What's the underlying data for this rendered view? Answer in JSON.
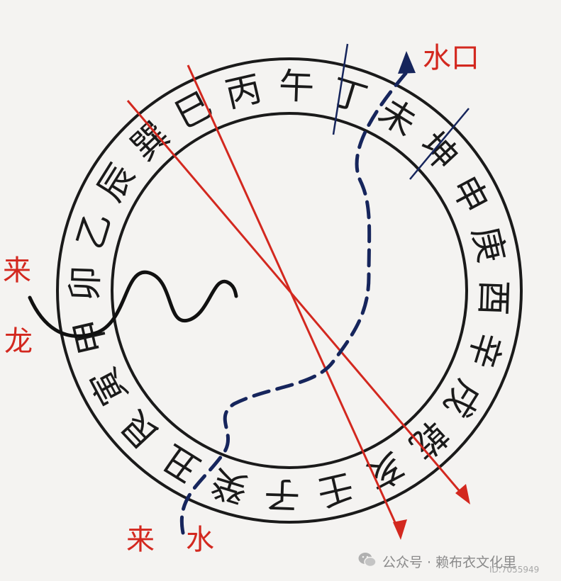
{
  "diagram": {
    "ring_characters": [
      "午",
      "丁",
      "未",
      "坤",
      "申",
      "庚",
      "酉",
      "辛",
      "戌",
      "乾",
      "亥",
      "壬",
      "子",
      "癸",
      "丑",
      "艮",
      "寅",
      "甲",
      "卯",
      "乙",
      "辰",
      "巽",
      "巳",
      "丙"
    ],
    "labels": {
      "water_mouth": "水口",
      "coming_dragon": [
        "来",
        "龙"
      ],
      "coming_water": [
        "来",
        "水"
      ]
    },
    "colors": {
      "ring": "#1a1a1a",
      "red_line": "#d3281f",
      "dashed_path": "#16255c",
      "dragon": "#111111",
      "label_text": "#d3281f"
    }
  },
  "watermark": {
    "account_text": "公众号 · 赖布衣文化里",
    "id_text": "ID:7055949",
    "icon": "wechat-icon"
  }
}
